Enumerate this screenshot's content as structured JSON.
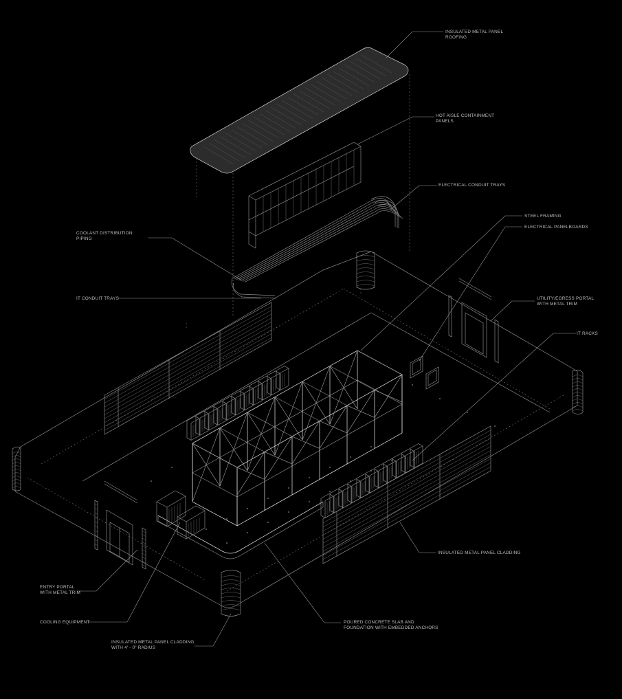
{
  "labels": {
    "roofing": [
      "INSULATED METAL PANEL",
      "ROOFING"
    ],
    "hot_aisle": [
      "HOT AISLE CONTAINMENT",
      "PANELS"
    ],
    "conduit_trays": [
      "ELECTRICAL CONDUIT TRAYS"
    ],
    "coolant": [
      "COOLANT DISTRIBUTION",
      "PIPING"
    ],
    "steel_framing": [
      "STEEL FRAMING"
    ],
    "panelboards": [
      "ELECTRICAL PANELBOARDS"
    ],
    "it_conduit": [
      "IT CONDUIT TRAYS"
    ],
    "utility_portal": [
      "UTILITY/EGRESS PORTAL",
      "WITH METAL TRIM"
    ],
    "it_racks": [
      "IT RACKS"
    ],
    "cladding": [
      "INSULATED METAL PANEL CLADDING"
    ],
    "entry_portal": [
      "ENTRY PORTAL",
      "WITH METAL TRIM"
    ],
    "cooling": [
      "COOLING EQUIPMENT"
    ],
    "slab": [
      "POURED CONCRETE SLAB AND",
      "FOUNDATION WITH EMBEDDED ANCHORS"
    ],
    "cladding_radius": [
      "INSULATED METAL PANEL CLADDING",
      "WITH 4' - 0\" RADIUS"
    ]
  }
}
